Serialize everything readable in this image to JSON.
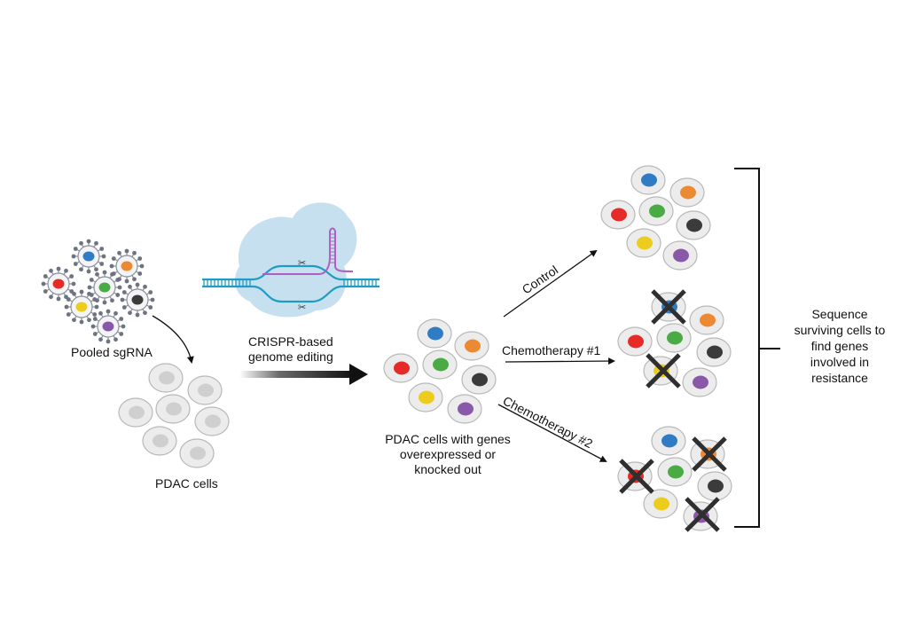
{
  "labels": {
    "pooled_sgrna": "Pooled sgRNA",
    "pdac_cells": "PDAC cells",
    "crispr_line1": "CRISPR-based",
    "crispr_line2": "genome editing",
    "pdac_edited_line1": "PDAC cells with genes",
    "pdac_edited_line2": "overexpressed or",
    "pdac_edited_line3": "knocked out",
    "arm_control": "Control",
    "arm_chemo1": "Chemotherapy #1",
    "arm_chemo2": "Chemotherapy #2",
    "result_line1": "Sequence",
    "result_line2": "surviving cells to",
    "result_line3": "find genes",
    "result_line4": "involved in",
    "result_line5": "resistance"
  },
  "colors": {
    "blue": "#2f7cc4",
    "orange": "#ec8a33",
    "red": "#e52a28",
    "green": "#4aaa43",
    "black": "#3b3b3b",
    "yellow": "#eccc1c",
    "purple": "#8a58a8",
    "cell_fill": "#ececec",
    "cell_stroke": "#b8b8b8",
    "nucleus_grey": "#cfcfcf",
    "cross": "#2f2f2f",
    "dna": "#1f9cc4",
    "guide_rna": "#b05ec2",
    "cas_blob": "#bcdaec"
  },
  "cell_groups": {
    "edited": [
      "blue",
      "orange",
      "red",
      "green",
      "black",
      "yellow",
      "purple"
    ],
    "control_survivors": [
      "blue",
      "orange",
      "red",
      "green",
      "black",
      "yellow",
      "purple"
    ],
    "chemo1_killed": [
      "blue",
      "yellow"
    ],
    "chemo2_killed": [
      "orange",
      "red",
      "purple"
    ]
  }
}
